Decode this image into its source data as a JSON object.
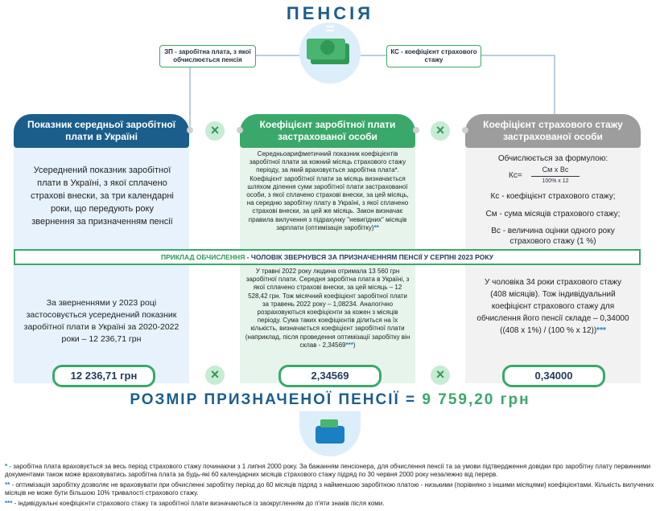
{
  "title": "ПЕНСІЯ",
  "equals": "=",
  "definitions": {
    "zp": "ЗП - заробітна плата, з якої обчислюється пенсія",
    "ks": "КС - коефіцієнт страхового стажу"
  },
  "columns": [
    {
      "heading": "Показник середньої заробітної плати в Україні",
      "description": "Усереднений показник заробітної плати в Україні, з якої сплачено страхові внески, за три календарні роки, що передують року звернення за призначенням пенсії",
      "example": "За зверненнями у 2023 році застосовується усереднений показник заробітної плати в Україні за 2020-2022 роки – 12 236,71 грн",
      "value": "12 236,71 грн"
    },
    {
      "heading": "Коефіцієнт заробітної плати застрахованої особи",
      "description": "Середньоарифметичний показник коефіцієнтів заробітної плати за кожний місяць страхового стажу періоду, за який враховується заробітна плата*. Коефіцієнт заробітної плати за місяць визначається шляхом ділення суми заробітної плати застрахованої особи, з якої сплачено страхові внески, за цей місяць, на середню заробітну плату в Україні, з якої сплачено страхові внески, за цей же місяць. Закон визначає правила вилучення з підрахунку \"невигідних\" місяців зарплати (оптимізація заробітку)",
      "description_stars": "**",
      "example": "У травні 2022 року людина отримала 13 560 грн заробітної плати. Середня заробітна плата в Україні, з якої сплачено страхові внески, за цей місяць – 12 528,42 грн. Тож місячний коефіцієнт заробітної плати за травень 2022 року – 1,08234. Аналогічно розраховуються коефіцієнти за кожен з місяців періоду. Сума таких коефіцієнтів ділиться на їх кількість, визначається коефіцієнт заробітної плати (наприклад, після проведення оптимізації заробітку він склав - 2,34569",
      "example_stars": "***",
      "example_end": ")",
      "value": "2,34569"
    },
    {
      "heading": "Коефіцієнт страхового стажу застрахованої особи",
      "formula_intro": "Обчислюється за формулою:",
      "formula_lhs": "Кс=",
      "formula_num": "См х Вс",
      "formula_den": "100% х 12",
      "legend": [
        "Кс - коефіцієнт страхового стажу;",
        "См - сума місяців страхового стажу;",
        "Вс - величина оцінки одного року страхового стажу (1 %)"
      ],
      "example": "У чоловіка 34 роки страхового стажу (408 місяців). Тож індивідуальний коефіцієнт страхового стажу для обчислення його пенсії складе – 0,34000 ((408 х 1%) / (100 % х 12))",
      "example_stars": "***",
      "value": "0,34000"
    }
  ],
  "operator": "×",
  "example_bar": {
    "label": "ПРИКЛАД ОБЧИСЛЕННЯ",
    "text": " - ЧОЛОВІК ЗВЕРНУВСЯ ЗА ПРИЗНАЧЕННЯМ ПЕНСІЇ У СЕРПНІ 2023 РОКУ"
  },
  "result": {
    "label": "РОЗМІР ПРИЗНАЧЕНОЇ ПЕНСІЇ",
    "eq": " = ",
    "value": "9 759,20 грн"
  },
  "footnotes": [
    {
      "mark": "*",
      "text": " - заробітна плата враховується за весь період страхового стажу починаючи з 1 липня 2000 року. За бажанням пенсіонера, для обчислення пенсії та за умови підтвердження довідки про заробітну плату первинними документами також може враховуватись заробітна плата за будь-які 60 календарних місяців страхового стажу підряд по 30 червня 2000 року незалежно від перерв."
    },
    {
      "mark": "**",
      "text": " - оптимізація заробітку дозволяє не враховувати при обчисленні заробітку період до 60 місяців підряд з найменшою заробітною платою - низькими (порівняно з іншими місяцями) коефіцієнтами. Кількість вилучених місяців не може бути більшою 10% тривалості страхового стажу."
    },
    {
      "mark": "***",
      "text": " - індивідуальні коефіцієнти страхового стажу та заробітної плати визначаються із заокругленням до п'яти знаків після коми."
    }
  ],
  "colors": {
    "blue": "#1b5e8c",
    "green": "#3aa86a",
    "gray": "#9d9d9d"
  },
  "icons": [
    "money-icon",
    "wallet-icon",
    "multiply-icon"
  ]
}
